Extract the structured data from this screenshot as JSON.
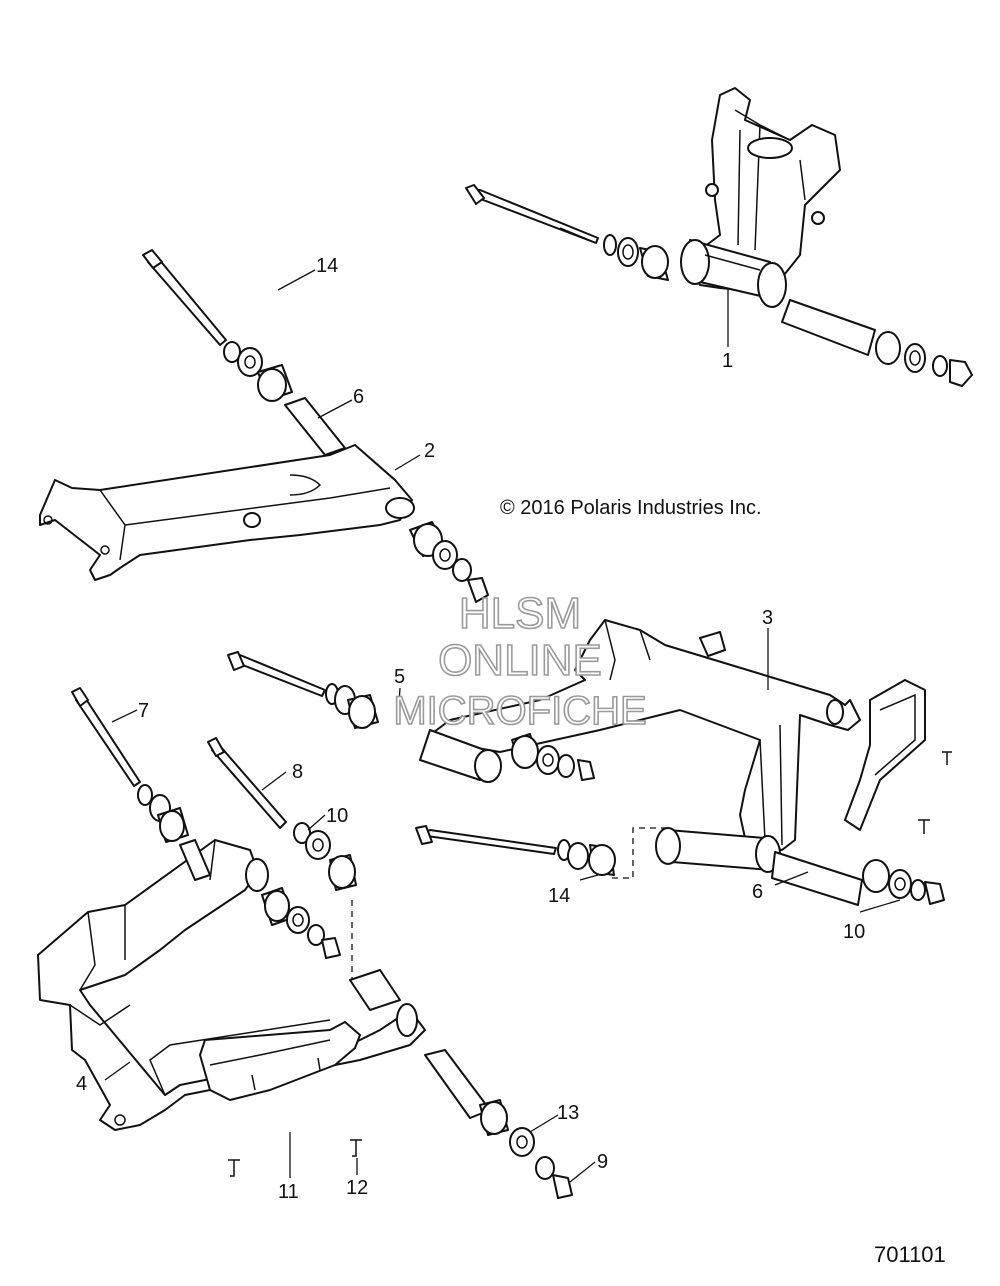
{
  "copyright": "© 2016 Polaris Industries Inc.",
  "document_number": "701101",
  "watermark": {
    "line1": "HLSM",
    "line2": "ONLINE",
    "line3": "MICROFICHE"
  },
  "callouts": {
    "c1": "1",
    "c2": "2",
    "c3": "3",
    "c4": "4",
    "c5": "5",
    "c6a": "6",
    "c6b": "6",
    "c7": "7",
    "c8": "8",
    "c9": "9",
    "c10a": "10",
    "c10b": "10",
    "c11": "11",
    "c12": "12",
    "c13": "13",
    "c14a": "14",
    "c14b": "14"
  },
  "colors": {
    "line": "#111111",
    "watermark": "#9a9a9a",
    "background": "#ffffff"
  }
}
